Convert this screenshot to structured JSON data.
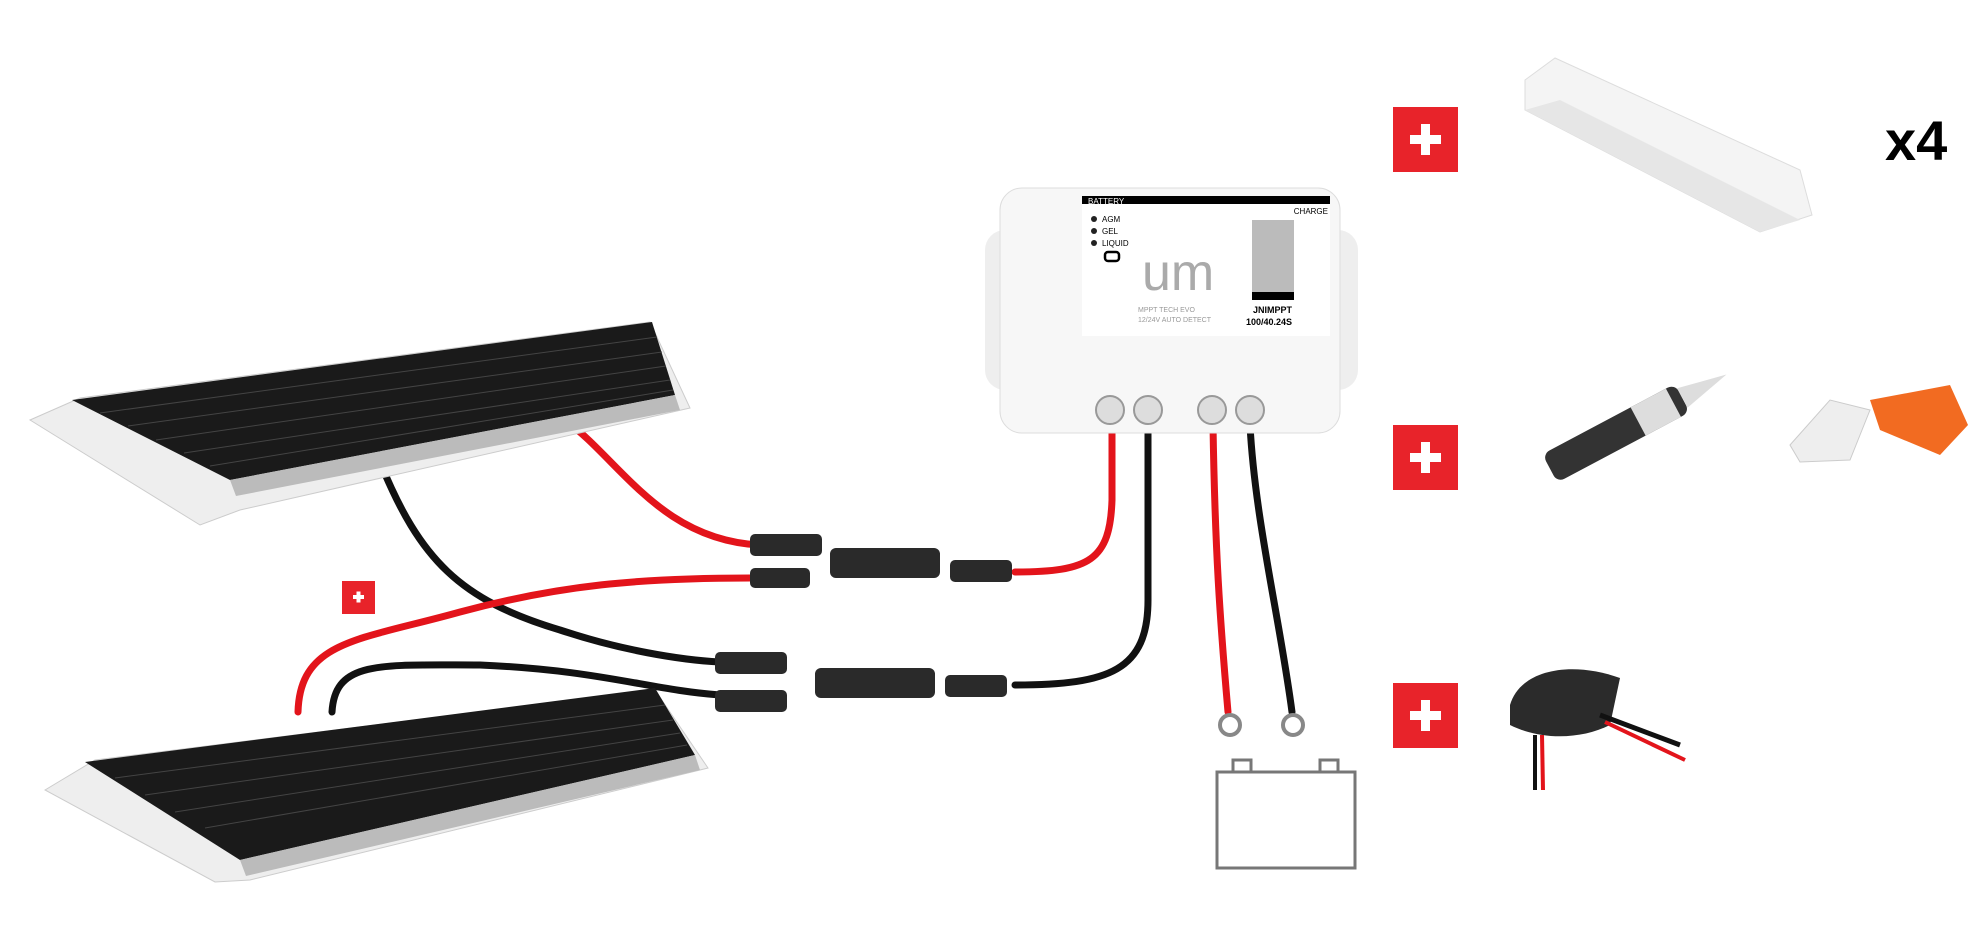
{
  "controller": {
    "battery_header": "BATTERY",
    "charge_header": "CHARGE",
    "battery_types": [
      "AGM",
      "GEL",
      "LIQUID"
    ],
    "logo": "um",
    "tagline_1": "MPPT TECH EVO",
    "tagline_2": "12/24V AUTO DETECT",
    "model_1": "JNIMPPT",
    "model_2": "100/40.24S"
  },
  "quantity_label": "x4",
  "colors": {
    "plus_badge": "#e8232a",
    "positive_wire": "#e3141b",
    "negative_wire": "#111111",
    "panel_cells": "#1a1a1a",
    "frame": "#f2f2f2",
    "accessory_orange": "#f26b21"
  },
  "icons": [
    "solar-panel",
    "charge-controller",
    "battery",
    "mc4-connector",
    "plus-badge",
    "mounting-spoiler",
    "sealant-tube",
    "cable-entry-gland",
    "roof-cable-entry"
  ]
}
